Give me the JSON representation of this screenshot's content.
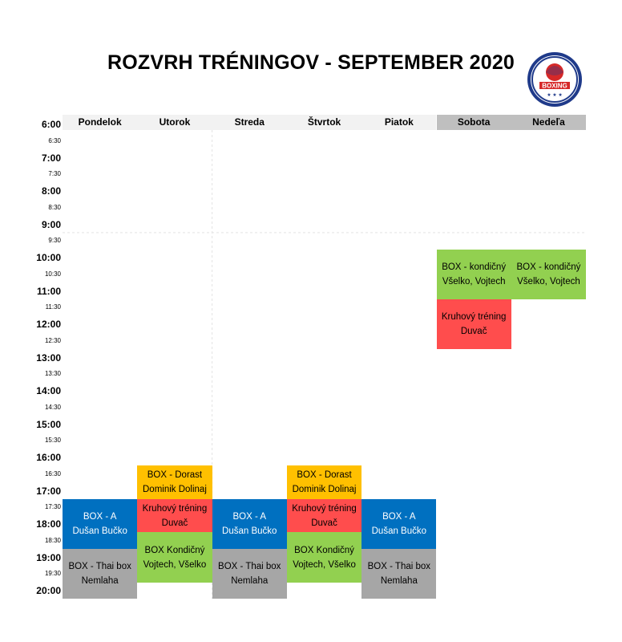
{
  "header": {
    "title": "ROZVRH TRÉNINGOV - SEPTEMBER 2020",
    "logo_text": "BOXING"
  },
  "days": [
    {
      "label": "Pondelok",
      "weekend": false
    },
    {
      "label": "Utorok",
      "weekend": false
    },
    {
      "label": "Streda",
      "weekend": false
    },
    {
      "label": "Štvrtok",
      "weekend": false
    },
    {
      "label": "Piatok",
      "weekend": false
    },
    {
      "label": "Sobota",
      "weekend": true
    },
    {
      "label": "Nedeľa",
      "weekend": true
    }
  ],
  "times": [
    {
      "label": "6:00",
      "hour": true
    },
    {
      "label": "6:30",
      "hour": false
    },
    {
      "label": "7:00",
      "hour": true
    },
    {
      "label": "7:30",
      "hour": false
    },
    {
      "label": "8:00",
      "hour": true
    },
    {
      "label": "8:30",
      "hour": false
    },
    {
      "label": "9:00",
      "hour": true
    },
    {
      "label": "9:30",
      "hour": false
    },
    {
      "label": "10:00",
      "hour": true
    },
    {
      "label": "10:30",
      "hour": false
    },
    {
      "label": "11:00",
      "hour": true
    },
    {
      "label": "11:30",
      "hour": false
    },
    {
      "label": "12:00",
      "hour": true
    },
    {
      "label": "12:30",
      "hour": false
    },
    {
      "label": "13:00",
      "hour": true
    },
    {
      "label": "13:30",
      "hour": false
    },
    {
      "label": "14:00",
      "hour": true
    },
    {
      "label": "14:30",
      "hour": false
    },
    {
      "label": "15:00",
      "hour": true
    },
    {
      "label": "15:30",
      "hour": false
    },
    {
      "label": "16:00",
      "hour": true
    },
    {
      "label": "16:30",
      "hour": false
    },
    {
      "label": "17:00",
      "hour": true
    },
    {
      "label": "17:30",
      "hour": false
    },
    {
      "label": "18:00",
      "hour": true
    },
    {
      "label": "18:30",
      "hour": false
    },
    {
      "label": "19:00",
      "hour": true
    },
    {
      "label": "19:30",
      "hour": false
    },
    {
      "label": "20:00",
      "hour": true
    }
  ],
  "colors": {
    "blue": "#0070c0",
    "red": "#ff4d4d",
    "green": "#92d050",
    "orange": "#ffc000",
    "gray": "#a6a6a6"
  },
  "sessions": [
    {
      "day": 0,
      "start": "17:15",
      "end": "18:45",
      "color": "blue",
      "lines": [
        "BOX  - A",
        "Dušan Bučko"
      ]
    },
    {
      "day": 0,
      "start": "18:45",
      "end": "20:15",
      "color": "gray",
      "lines": [
        "BOX - Thai box",
        "Nemlaha"
      ]
    },
    {
      "day": 1,
      "start": "16:15",
      "end": "17:15",
      "color": "orange",
      "lines": [
        "BOX - Dorast",
        "Dominik Dolinaj"
      ]
    },
    {
      "day": 1,
      "start": "17:15",
      "end": "18:15",
      "color": "red",
      "lines": [
        "Kruhový tréning",
        "Duvač"
      ]
    },
    {
      "day": 1,
      "start": "18:15",
      "end": "19:45",
      "color": "green",
      "lines": [
        "BOX Kondičný",
        "Vojtech, Všelko"
      ]
    },
    {
      "day": 2,
      "start": "17:15",
      "end": "18:45",
      "color": "blue",
      "lines": [
        "BOX  - A",
        "Dušan Bučko"
      ]
    },
    {
      "day": 2,
      "start": "18:45",
      "end": "20:15",
      "color": "gray",
      "lines": [
        "BOX - Thai box",
        "Nemlaha"
      ]
    },
    {
      "day": 3,
      "start": "16:15",
      "end": "17:15",
      "color": "orange",
      "lines": [
        "BOX - Dorast",
        "Dominik Dolinaj"
      ]
    },
    {
      "day": 3,
      "start": "17:15",
      "end": "18:15",
      "color": "red",
      "lines": [
        "Kruhový tréning",
        "Duvač"
      ]
    },
    {
      "day": 3,
      "start": "18:15",
      "end": "19:45",
      "color": "green",
      "lines": [
        "BOX Kondičný",
        "Vojtech, Všelko"
      ]
    },
    {
      "day": 4,
      "start": "17:15",
      "end": "18:45",
      "color": "blue",
      "lines": [
        "BOX  - A",
        "Dušan Bučko"
      ]
    },
    {
      "day": 4,
      "start": "18:45",
      "end": "20:15",
      "color": "gray",
      "lines": [
        "BOX - Thai box",
        "Nemlaha"
      ]
    },
    {
      "day": 5,
      "start": "9:45",
      "end": "11:15",
      "color": "green",
      "lines": [
        "BOX  - kondičný",
        "Všelko, Vojtech"
      ]
    },
    {
      "day": 5,
      "start": "11:15",
      "end": "12:45",
      "color": "red",
      "lines": [
        "Kruhový tréning",
        "Duvač"
      ]
    },
    {
      "day": 6,
      "start": "9:45",
      "end": "11:15",
      "color": "green",
      "lines": [
        "BOX  - kondičný",
        "Všelko, Vojtech"
      ]
    }
  ]
}
